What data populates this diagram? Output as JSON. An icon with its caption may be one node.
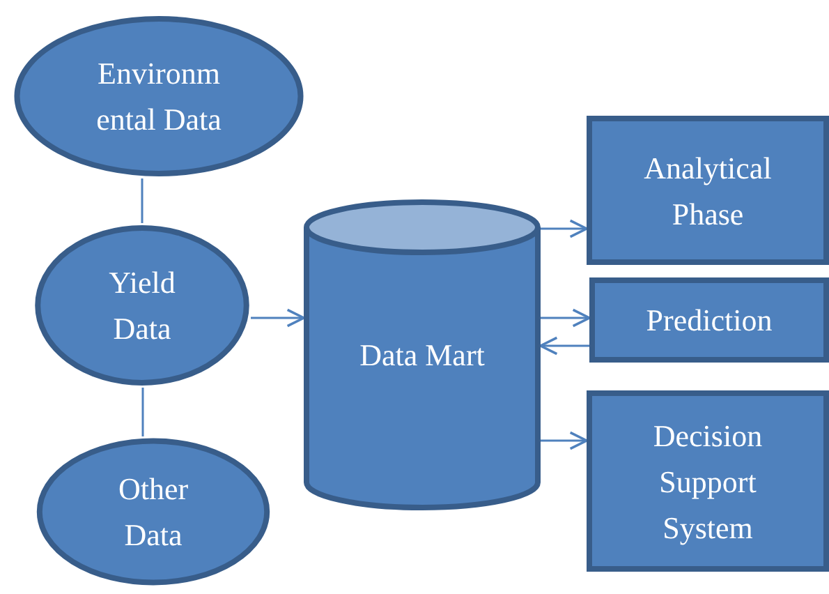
{
  "diagram": {
    "nodes": [
      {
        "text": [
          "Environm ental Data"
        ]
      },
      {
        "text": [
          "Yield Data"
        ]
      },
      {
        "text": [
          "Other Data"
        ]
      },
      {
        "text": [
          "Data Mart"
        ]
      },
      {
        "text": [
          "Analytical Phase"
        ]
      },
      {
        "text": [
          "Prediction"
        ]
      },
      {
        "text": [
          "Decision Support System"
        ]
      }
    ],
    "edges": [
      {
        "from": 0,
        "to": 1,
        "arrow": "none"
      },
      {
        "from": 1,
        "to": 2,
        "arrow": "none"
      },
      {
        "from": 1,
        "to": 3,
        "arrow": "to"
      },
      {
        "from": 3,
        "to": 4,
        "arrow": "to"
      },
      {
        "from": 3,
        "to": 5,
        "arrow": "to"
      },
      {
        "from": 5,
        "to": 3,
        "arrow": "to"
      },
      {
        "from": 3,
        "to": 6,
        "arrow": "to"
      }
    ]
  }
}
